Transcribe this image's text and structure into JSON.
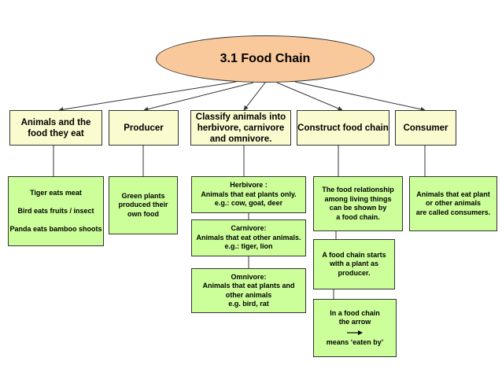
{
  "title": "3.1 Food Chain",
  "headers": [
    "Animals and the\nfood they eat",
    "Producer",
    "Classify animals into\nherbivore, carnivore\nand omnivore.",
    "Construct food chain",
    "Consumer"
  ],
  "leaves": {
    "animals": "Tiger eats meat\n\nBird eats fruits / insect\n\nPanda eats bamboo shoots",
    "producer": "Green plants\nproduced their\nown food",
    "herbivore": "Herbivore :\nAnimals that eat plants only.\ne.g.: cow, goat, deer",
    "carnivore": "Carnivore:\nAnimals that eat other animals.\ne.g.: tiger, lion",
    "omnivore": "Omnivore:\nAnimals that eat plants and\nother animals\ne.g. bird, rat",
    "food_relationship": "The food relationship\namong living things\ncan be shown by\na food chain.",
    "food_chain_starts": "A food chain starts\nwith a plant  as\nproducer.",
    "arrow_top": "In a food chain\nthe arrow",
    "arrow_bottom": "means ‘eaten by’",
    "consumer": "Animals that eat plant\nor other animals\nare called consumers."
  },
  "colors": {
    "ellipse_fill": "#f9c99c",
    "header_fill": "#fbfbd0",
    "leaf_fill": "#ccff99",
    "line": "#333333"
  }
}
